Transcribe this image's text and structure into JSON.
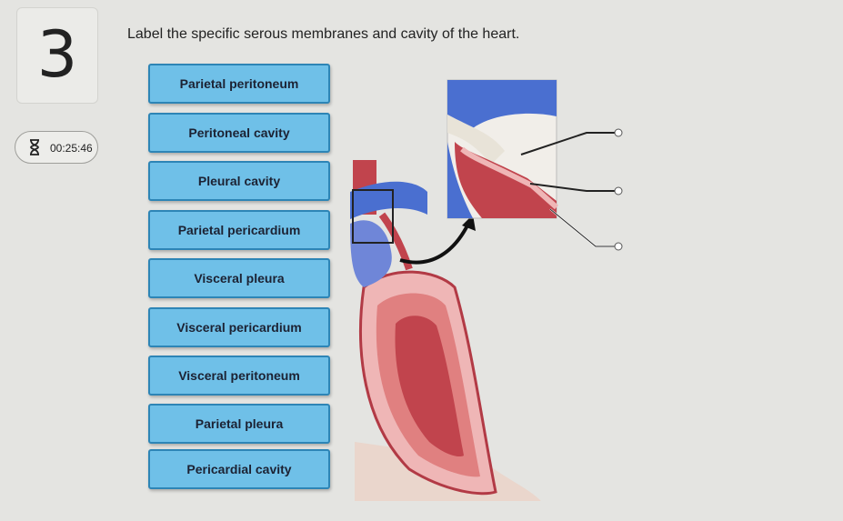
{
  "question": {
    "number": "3",
    "timer": "00:25:46",
    "instruction": "Label the specific serous membranes and cavity of the heart."
  },
  "labels": [
    "Parietal peritoneum",
    "Peritoneal cavity",
    "Pleural cavity",
    "Parietal pericardium",
    "Visceral pleura",
    "Visceral pericardium",
    "Visceral peritoneum",
    "Parietal pleura",
    "Pericardial cavity"
  ],
  "colors": {
    "label_fill": "#6fc0e8",
    "label_border": "#2d85b6",
    "vessel_blue": "#4a6fd0",
    "heart_red": "#c1444d",
    "heart_pink": "#efb6b6"
  }
}
